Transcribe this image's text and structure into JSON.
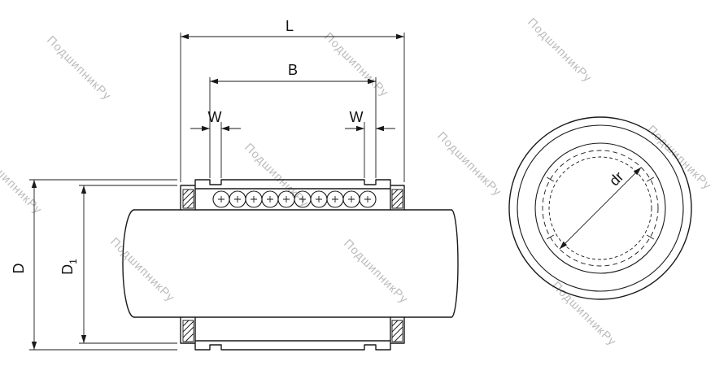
{
  "watermark": {
    "text": "ПодшипникРу"
  },
  "labels": {
    "L": "L",
    "B": "B",
    "W_left": "W",
    "W_right": "W",
    "D": "D",
    "D1_base": "D",
    "D1_sub": "1",
    "dr": "dr"
  },
  "colors": {
    "line": "#1a1a1a",
    "watermark": "#ababab",
    "background": "#ffffff"
  }
}
